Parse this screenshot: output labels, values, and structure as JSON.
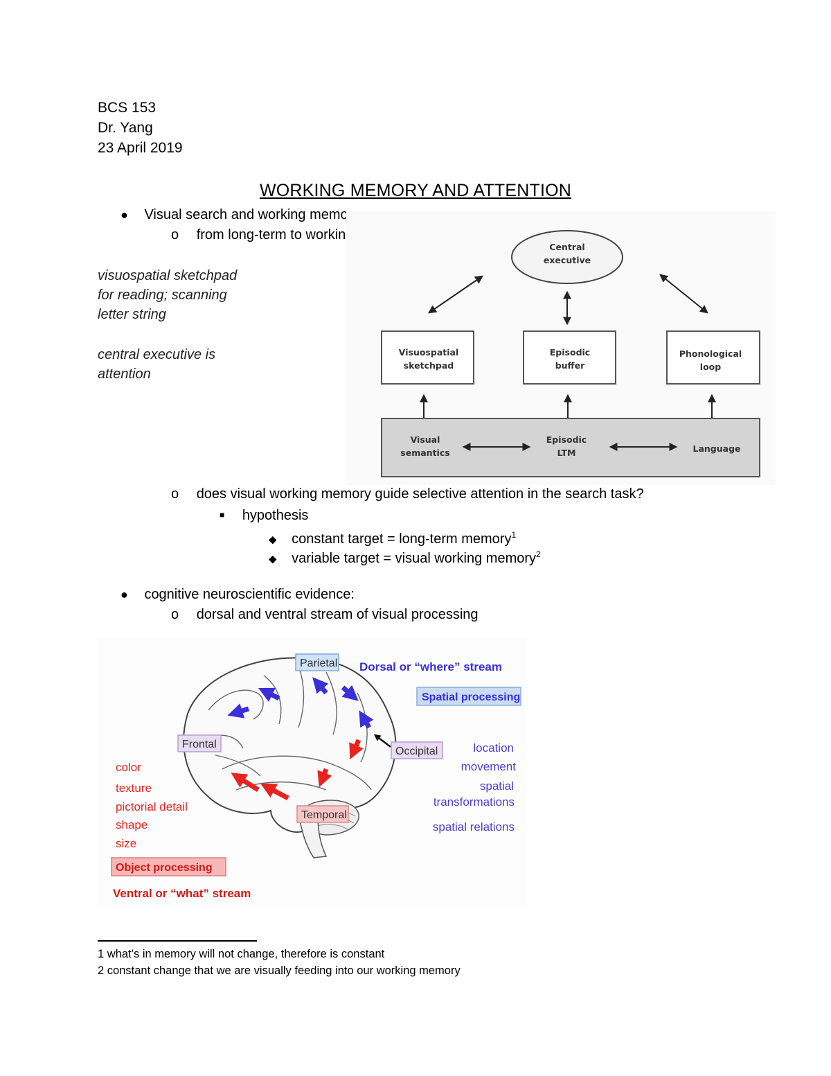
{
  "header": {
    "course": "BCS 153",
    "instructor": "Dr.  Yang",
    "date": "23 April 2019"
  },
  "title": "WORKING MEMORY AND ATTENTION",
  "bullets": {
    "b1": "Visual search and working memory:",
    "b1_sub1": "from long-term to working memory:",
    "b1_sub2": "does visual working memory guide selective attention in the search task?",
    "hypothesis": "hypothesis",
    "h1": "constant target = long-term memory",
    "h1_ref": "1",
    "h2": "variable target = visual working memory",
    "h2_ref": "2",
    "b2": "cognitive neuroscientific evidence:",
    "b2_sub1": "dorsal and ventral stream of visual processing"
  },
  "side_notes": {
    "n1": "visuospatial sketchpad",
    "n2": "for reading; scanning",
    "n3": "letter string",
    "n4": "central executive is",
    "n5": "attention"
  },
  "wm_diagram": {
    "central_1": "Central",
    "central_2": "executive",
    "visuo_1": "Visuospatial",
    "visuo_2": "sketchpad",
    "episodic_1": "Episodic",
    "episodic_2": "buffer",
    "phono_1": "Phonological",
    "phono_2": "loop",
    "vsem_1": "Visual",
    "vsem_2": "semantics",
    "eltm_1": "Episodic",
    "eltm_2": "LTM",
    "language": "Language"
  },
  "brain_figure": {
    "parietal": "Parietal",
    "dorsal_stream": "Dorsal or “where” stream",
    "spatial_processing": "Spatial processing",
    "frontal": "Frontal",
    "occipital": "Occipital",
    "temporal": "Temporal",
    "ventral_features": [
      "color",
      "texture",
      "pictorial detail",
      "shape",
      "size"
    ],
    "object_processing": "Object processing",
    "ventral_stream": "Ventral or “what” stream",
    "dorsal_features": [
      "location",
      "movement",
      "spatial",
      "transformations",
      "spatial relations"
    ],
    "colors": {
      "dorsal": "#3a2fd8",
      "ventral": "#e8231f",
      "parietal_box": "#cfe3f7",
      "frontal_box": "#e8dcf2",
      "temporal_box": "#f6c6c6",
      "spatial_box": "#c9dcf3",
      "object_box": "#f7b7b7"
    }
  },
  "footnotes": {
    "f1_num": "1",
    "f1": "what’s in memory will not change, therefore is constant",
    "f2_num": "2",
    "f2": "constant change that we are visually feeding into our working memory"
  }
}
